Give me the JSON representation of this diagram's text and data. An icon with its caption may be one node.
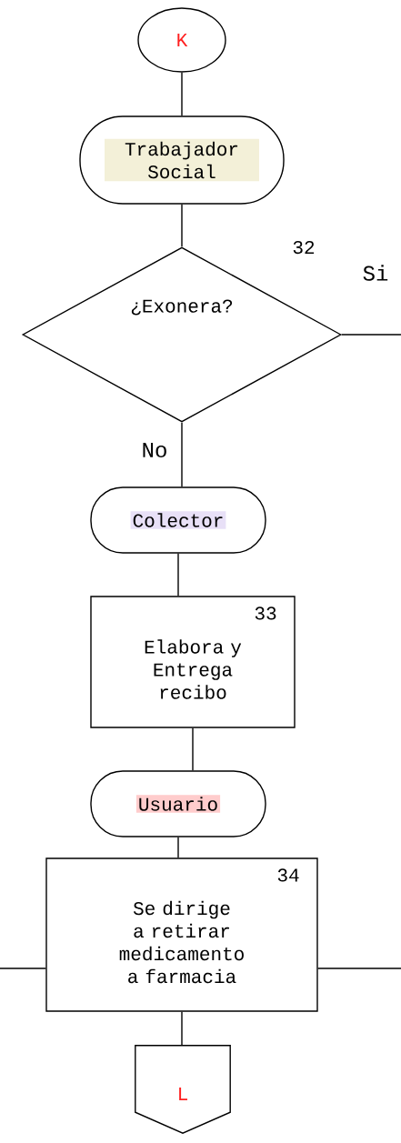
{
  "diagram": {
    "nodes": [
      {
        "text": [
          "K"
        ]
      },
      {
        "text": [
          "Trabajador Social"
        ]
      },
      {
        "text": [
          "32",
          "¿Exonera?"
        ]
      },
      {
        "text": [
          "Colector"
        ]
      },
      {
        "text": [
          "33",
          "Elabora y Entrega recibo"
        ]
      },
      {
        "text": [
          "Usuario"
        ]
      },
      {
        "text": [
          "34",
          "Se dirige a retirar medicamento a farmacia"
        ]
      },
      {
        "text": [
          "L"
        ]
      }
    ],
    "edges": [
      {
        "from": 0,
        "to": 1,
        "arrow": "none"
      },
      {
        "from": 1,
        "to": 2,
        "arrow": "none"
      },
      {
        "from": 2,
        "to": null,
        "arrow": "none",
        "label": "Si"
      },
      {
        "from": 2,
        "to": 3,
        "arrow": "none",
        "label": "No"
      },
      {
        "from": 3,
        "to": 4,
        "arrow": "none"
      },
      {
        "from": 4,
        "to": 5,
        "arrow": "none"
      },
      {
        "from": 5,
        "to": 6,
        "arrow": "none"
      },
      {
        "from": null,
        "to": 6,
        "arrow": "none"
      },
      {
        "from": 6,
        "to": null,
        "arrow": "none"
      },
      {
        "from": 6,
        "to": 7,
        "arrow": "none"
      }
    ]
  }
}
